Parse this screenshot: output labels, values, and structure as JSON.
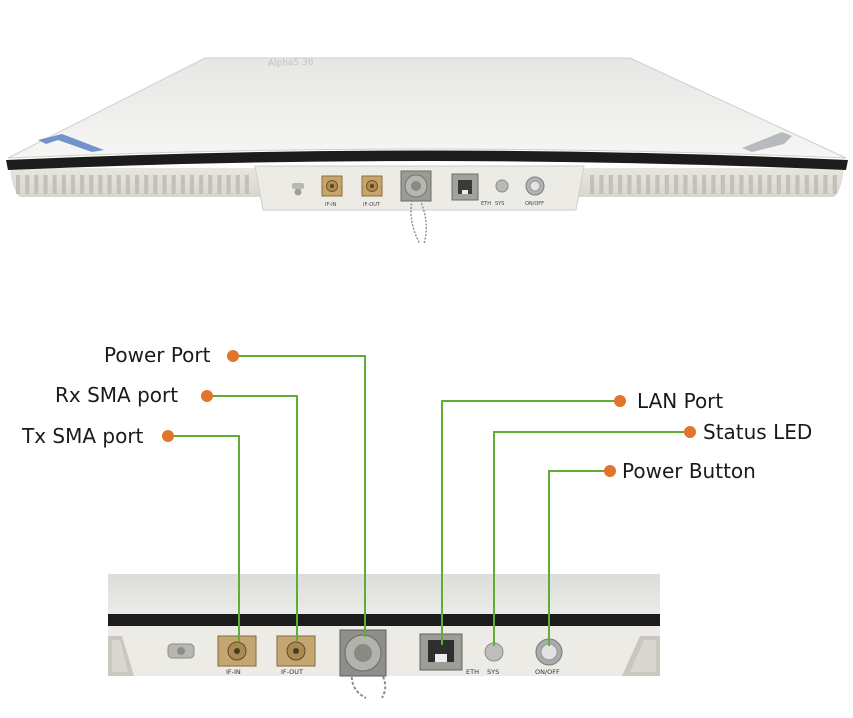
{
  "device": {
    "brand_text": "Alpha5 36",
    "port_marks": {
      "if_in": "IF-IN",
      "if_out": "IF-OUT",
      "eth": "ETH",
      "sys": "SYS",
      "on_off": "ON/OFF"
    }
  },
  "callouts": {
    "power_port": "Power Port",
    "rx_sma_port": "Rx SMA port",
    "tx_sma_port": "Tx SMA port",
    "lan_port": "LAN Port",
    "status_led": "Status LED",
    "power_button": "Power Button"
  },
  "colors": {
    "leader_line": "#5fad35",
    "marker_dot": "#e2742c",
    "device_body": "#ecebe6",
    "accent_blue": "#5b82c4",
    "edge_black": "#1c1c1c"
  }
}
